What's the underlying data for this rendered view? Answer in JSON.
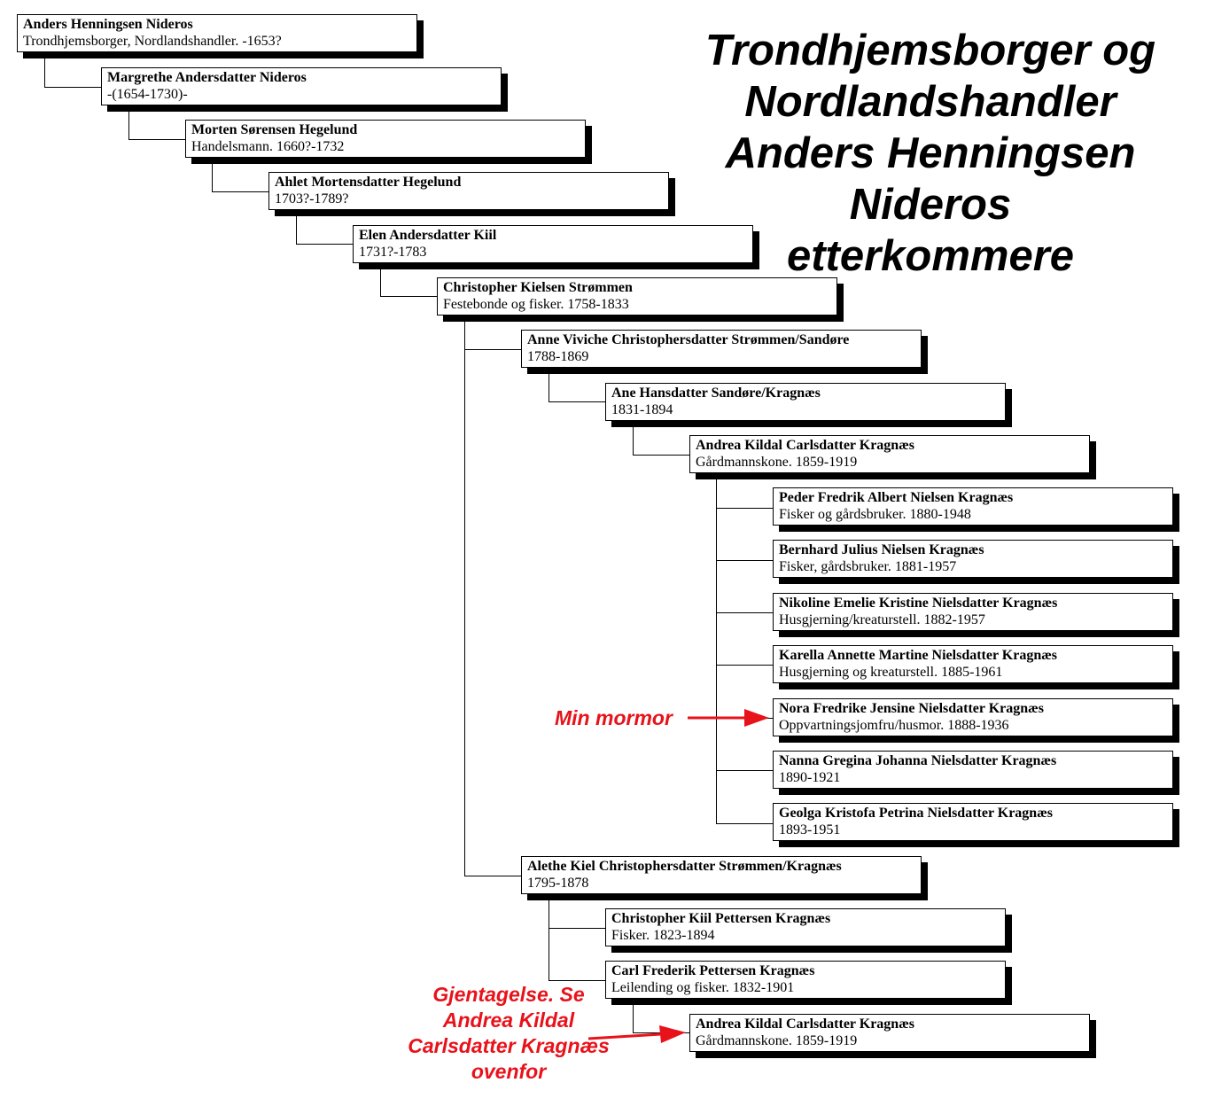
{
  "title": {
    "lines": [
      "Trondhjemsborger og",
      "Nordlandshandler",
      "Anders Henningsen",
      "Nideros",
      "etterkommere"
    ]
  },
  "people": [
    {
      "name": "Anders Henningsen Nideros",
      "info": "Trondhjemsborger, Nordlandshandler.   -1653?"
    },
    {
      "name": "Margrethe Andersdatter Nideros",
      "info": "-(1654-1730)-"
    },
    {
      "name": "Morten Sørensen Hegelund",
      "info": "Handelsmann.   1660?-1732"
    },
    {
      "name": "Ahlet Mortensdatter Hegelund",
      "info": "1703?-1789?"
    },
    {
      "name": "Elen Andersdatter Kiil",
      "info": "1731?-1783"
    },
    {
      "name": "Christopher Kielsen Strømmen",
      "info": "Festebonde og fisker.  1758-1833"
    },
    {
      "name": "Anne Viviche Christophersdatter Strømmen/Sandøre",
      "info": "1788-1869"
    },
    {
      "name": "Ane Hansdatter Sandøre/Kragnæs",
      "info": "1831-1894"
    },
    {
      "name": "Andrea Kildal Carlsdatter Kragnæs",
      "info": "Gårdmannskone.  1859-1919"
    },
    {
      "name": "Peder Fredrik Albert Nielsen Kragnæs",
      "info": "Fisker og gårdsbruker.  1880-1948"
    },
    {
      "name": "Bernhard Julius Nielsen Kragnæs",
      "info": "Fisker, gårdsbruker.  1881-1957"
    },
    {
      "name": "Nikoline Emelie Kristine Nielsdatter Kragnæs",
      "info": "Husgjerning/kreaturstell.    1882-1957"
    },
    {
      "name": "Karella Annette Martine Nielsdatter Kragnæs",
      "info": "Husgjerning og kreaturstell.    1885-1961"
    },
    {
      "name": "Nora  Fredrike Jensine Nielsdatter Kragnæs",
      "info": "Oppvartningsjomfru/husmor.    1888-1936"
    },
    {
      "name": "Nanna Gregina Johanna Nielsdatter Kragnæs",
      "info": "1890-1921"
    },
    {
      "name": "Geolga Kristofa Petrina Nielsdatter  Kragnæs",
      "info": "1893-1951"
    },
    {
      "name": "Alethe Kiel Christophersdatter Strømmen/Kragnæs",
      "info": "1795-1878"
    },
    {
      "name": "Christopher Kiil Pettersen Kragnæs",
      "info": "Fisker.  1823-1894"
    },
    {
      "name": "Carl Frederik Pettersen Kragnæs",
      "info": "Leilending og fisker.    1832-1901"
    },
    {
      "name": "Andrea Kildal Carlsdatter Kragnæs",
      "info": "Gårdmannskone.  1859-1919"
    }
  ],
  "notes": {
    "mormor": "Min mormor",
    "repeat": [
      "Gjentagelse. Se",
      "Andrea Kildal",
      "Carlsdatter Kragnæs",
      "ovenfor"
    ],
    "color": "#e8121a"
  }
}
